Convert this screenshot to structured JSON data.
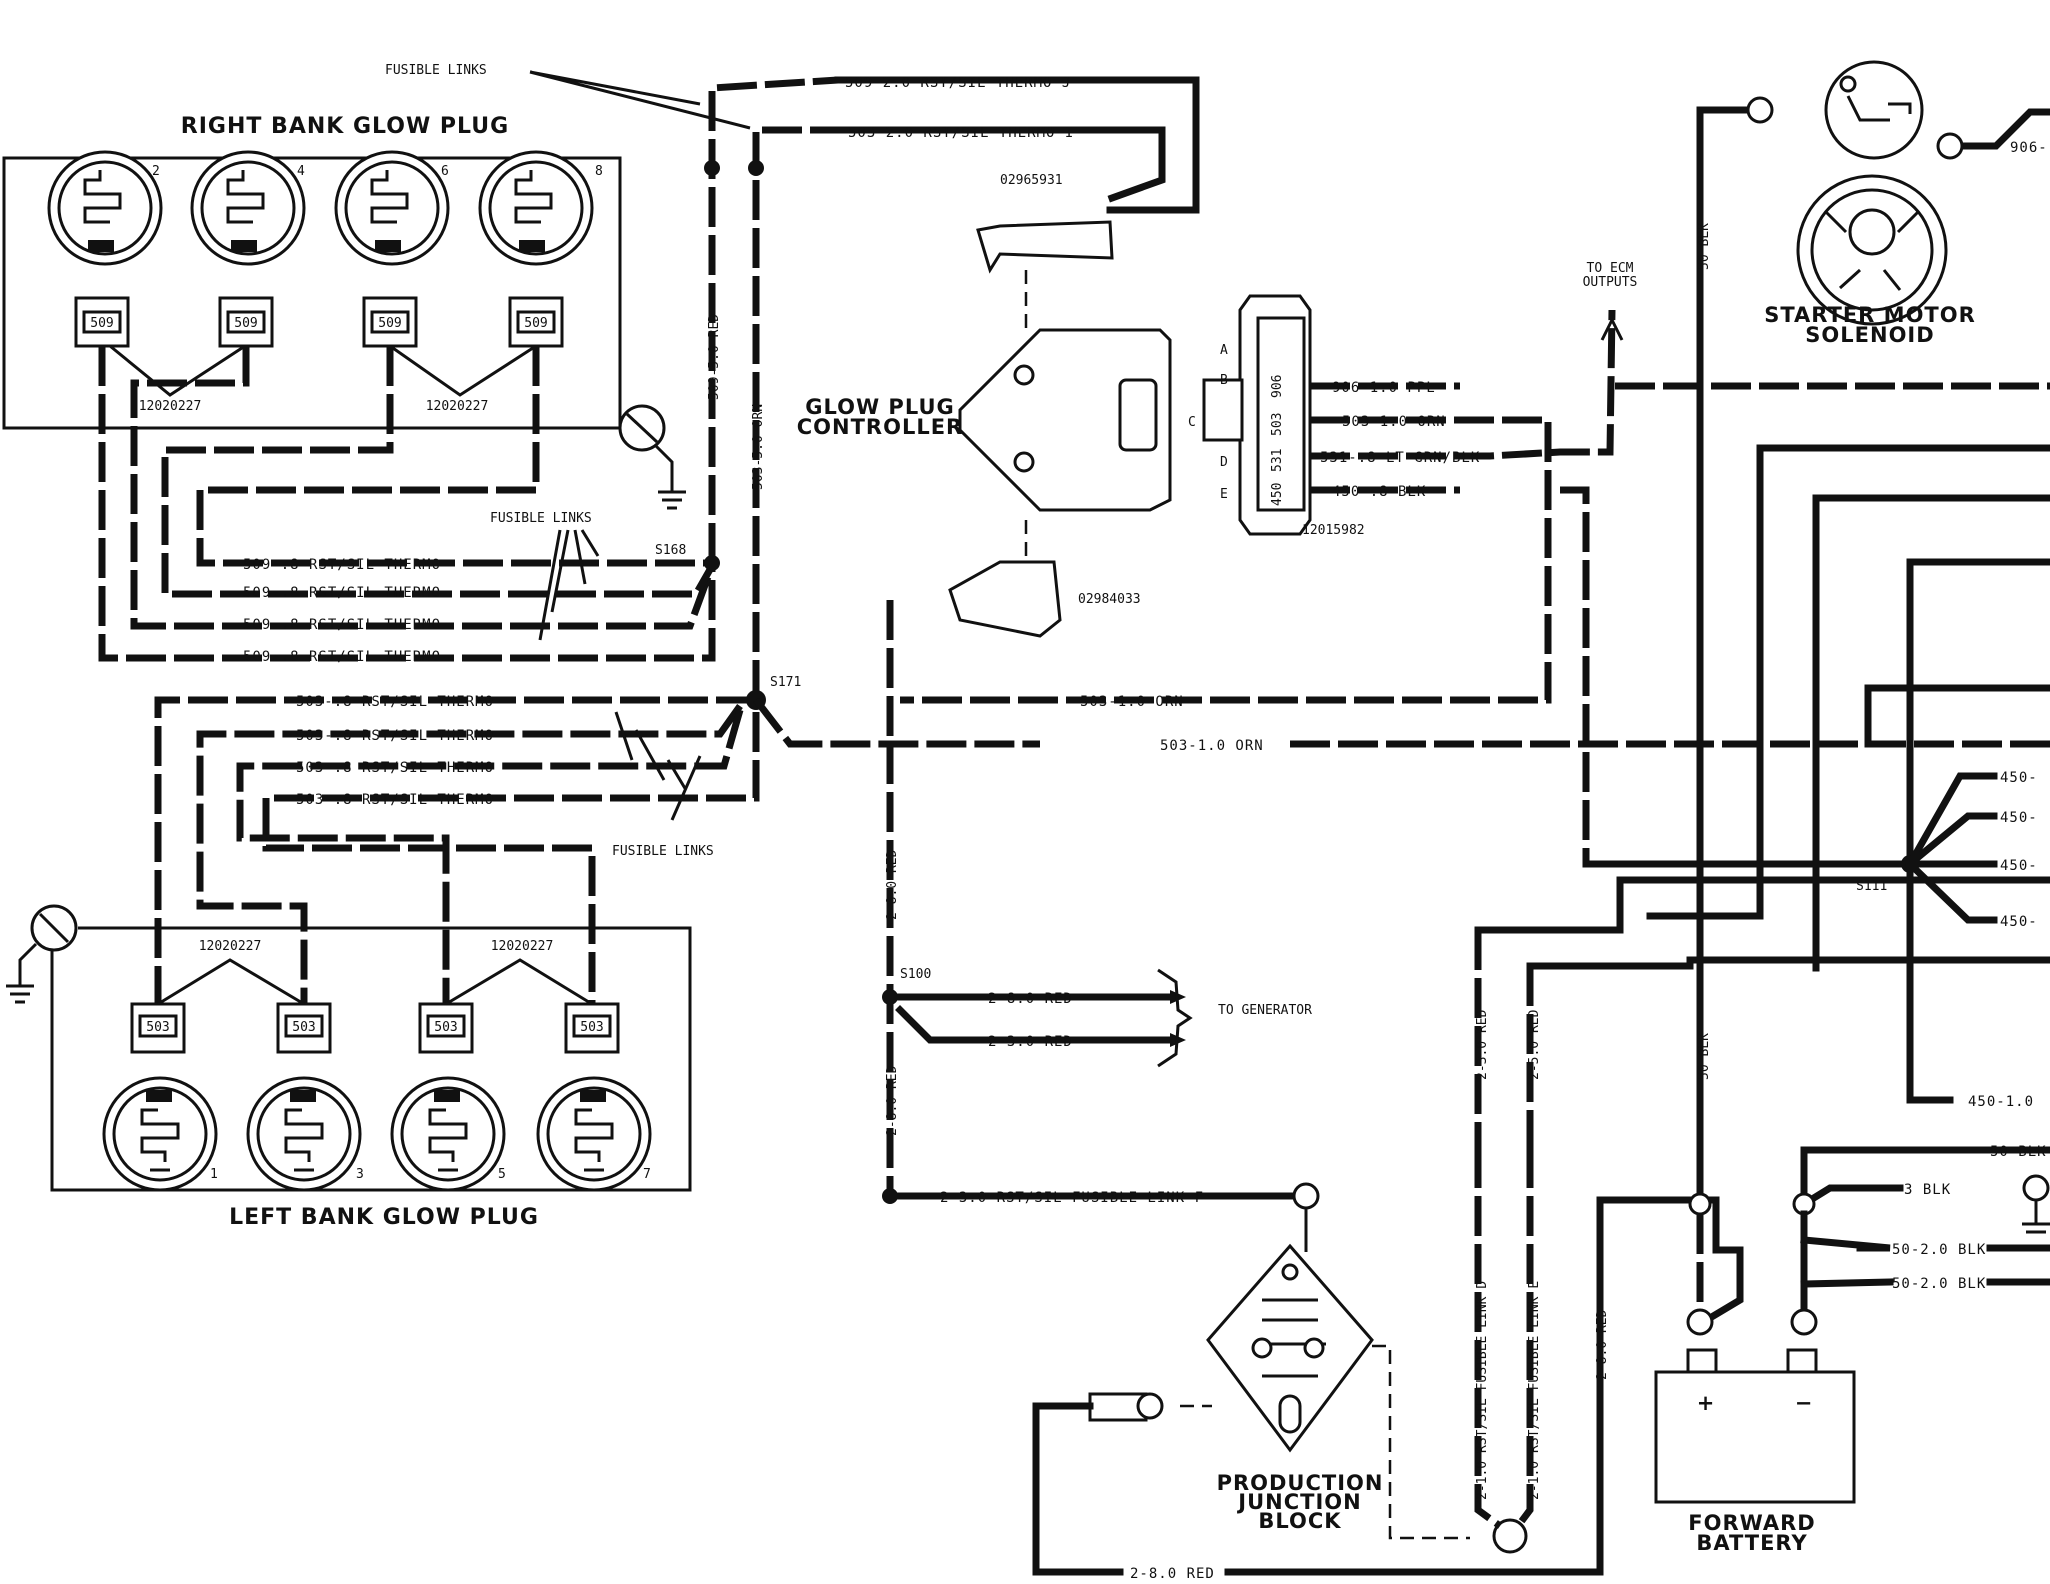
{
  "right_bank": {
    "title": "RIGHT BANK GLOW PLUG",
    "plug_numbers": [
      "2",
      "4",
      "6",
      "8"
    ],
    "connector": "509",
    "part_a": "12020227",
    "part_b": "12020227"
  },
  "left_bank": {
    "title": "LEFT BANK GLOW PLUG",
    "plug_numbers": [
      "1",
      "3",
      "5",
      "7"
    ],
    "connector": "503",
    "part_a": "12020227",
    "part_b": "12020227"
  },
  "fusible_links": {
    "top": "FUSIBLE LINKS",
    "mid": "FUSIBLE LINKS",
    "low": "FUSIBLE LINKS"
  },
  "wires": {
    "w509_j": "509-2.0 RST/SIL THERMO J",
    "w503_i": "503-2.0 RST/SIL THERMO I",
    "w509_5_red": "509-5.0 RED",
    "w503_5_orn": "503-5.0 ORN",
    "rb_thermo": [
      "509-.8 RST/SIL THERMO",
      "509-.8 RST/SIL THERMO",
      "509-.8 RST/SIL THERMO",
      "509-.8 RST/SIL THERMO"
    ],
    "lb_thermo": [
      "503-.8 RST/SIL THERMO",
      "503-.8 RST/SIL THERMO",
      "503-.8 RST/SIL THERMO",
      "503-.8 RST/SIL THERMO"
    ],
    "w503_1_a": "503-1.0 ORN",
    "w503_1_b": "503-1.0 ORN",
    "w906": "906-1.0 PPL",
    "w503_orn": "503-1.0 ORN",
    "w531": "531-.8 LT GRN/BLK",
    "w450": "450-.8 BLK",
    "w2_8_red_a": "2-8.0 RED",
    "w2_8_red_b": "2-8.0 RED",
    "w2_8_red_gen": "2-8.0 RED",
    "w2_3_red_gen": "2-3.0 RED",
    "w2_3_link_f": "2-3.0 RST/SIL FUSIBLE LINK F",
    "w2_8_red_bottom": "2-8.0 RED",
    "w2_8_red_batt": "2-8.0 RED",
    "w2_3_red_v": "2-3.0 RED",
    "w2_5_red_v": "2-5.0 RED",
    "w2_1_link_d": "2-1.0 RST/SIL FUSIBLE LINK D",
    "w2_1_link_e": "2-1.0 RST/SIL FUSIBLE LINK E",
    "w50_blk_top": "50 BLK",
    "w50_blk_bot": "50 BLK",
    "w906_cut": "906-",
    "w450_cuts": [
      "450-",
      "450-",
      "450-",
      "450-"
    ],
    "w450_1": "450-1.0",
    "w50_blk_r": "50 BLK",
    "w3_blk": "3 BLK",
    "w50_2_blk_a": "50-2.0 BLK",
    "w50_2_blk_b": "50-2.0 BLK"
  },
  "splices": {
    "s168": "S168",
    "s171": "S171",
    "s100": "S100",
    "s111": "S111"
  },
  "controller": {
    "title_line1": "GLOW PLUG",
    "title_line2": "CONTROLLER",
    "part_top": "02965931",
    "part_bottom": "02984033",
    "pin_letters": [
      "A",
      "B",
      "C",
      "D",
      "E"
    ],
    "conn_part": "12015982",
    "cavity_nums": [
      "906",
      "503",
      "531",
      "450"
    ]
  },
  "ecm": {
    "line1": "TO ECM",
    "line2": "OUTPUTS"
  },
  "generator": "TO GENERATOR",
  "starter": {
    "line1": "STARTER MOTOR",
    "line2": "SOLENOID"
  },
  "junction": {
    "line1": "PRODUCTION",
    "line2": "JUNCTION",
    "line3": "BLOCK"
  },
  "battery": {
    "line1": "FORWARD",
    "line2": "BATTERY",
    "plus": "+",
    "minus": "−"
  }
}
